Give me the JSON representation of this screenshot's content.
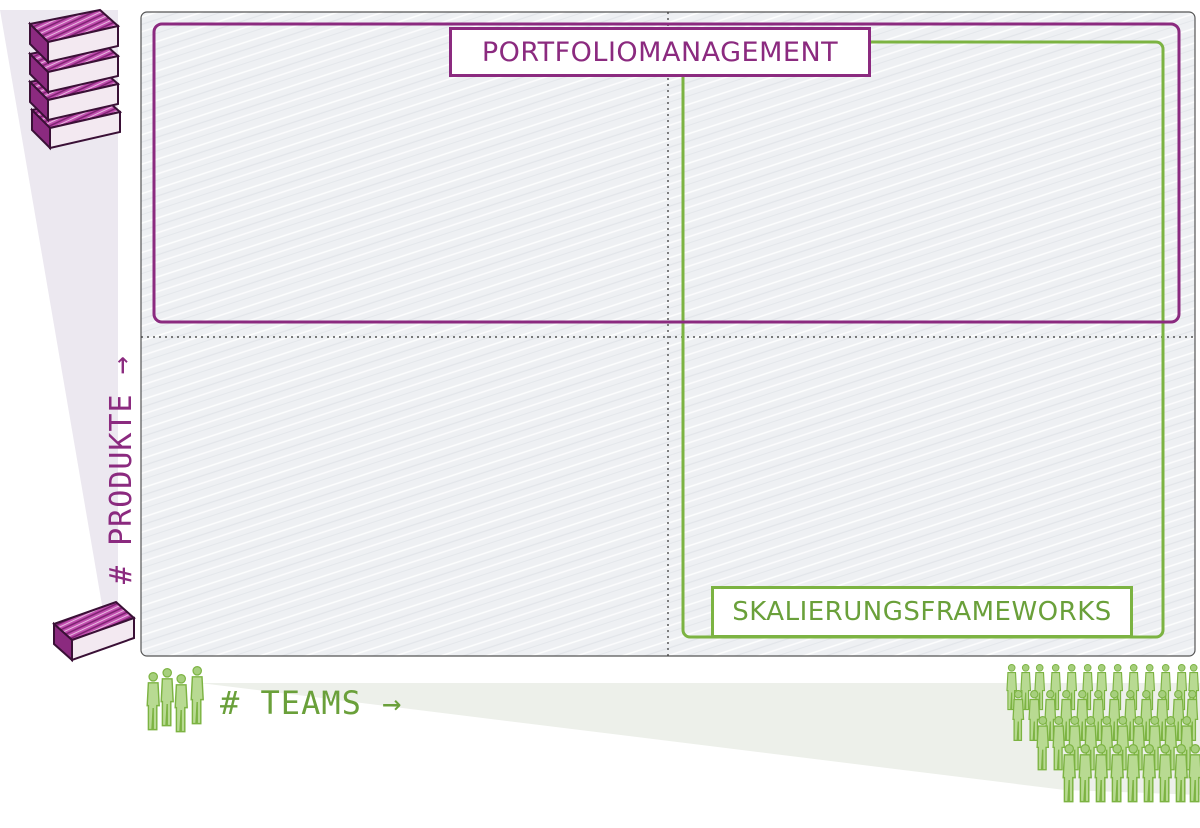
{
  "diagram": {
    "regions": {
      "portfolio": "PORTFOLIOMANAGEMENT",
      "scaling": "SKALIERUNGSFRAMEWORKS"
    },
    "axes": {
      "y_label": "# PRODUKTE →",
      "x_label": "# TEAMS →"
    },
    "colors": {
      "portfolio": "#8b2a7f",
      "scaling": "#7cb342",
      "quadrant_fill": "#eef0f3",
      "frame": "#555555"
    },
    "icons": {
      "many_products": "book-stack-icon",
      "few_products": "single-book-icon",
      "few_teams": "small-team-icon",
      "many_teams": "large-crowd-icon"
    }
  }
}
